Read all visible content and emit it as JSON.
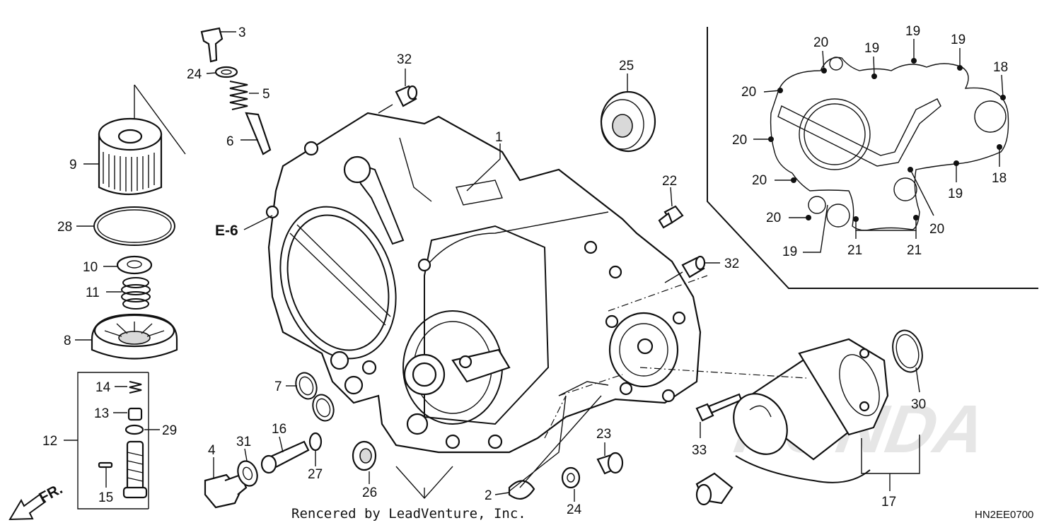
{
  "diagram": {
    "credit": "Rencered by LeadVenture, Inc.",
    "code": "HN2EE0700",
    "ref_label": "E-6",
    "direction_label": "FR.",
    "watermark": "HONDA",
    "callouts": {
      "c1": "1",
      "c2": "2",
      "c3": "3",
      "c4": "4",
      "c5": "5",
      "c6": "6",
      "c7": "7",
      "c8": "8",
      "c9": "9",
      "c10": "10",
      "c11": "11",
      "c12": "12",
      "c13": "13",
      "c14": "14",
      "c15": "15",
      "c16": "16",
      "c17": "17",
      "c18a": "18",
      "c18b": "18",
      "c19a": "19",
      "c19b": "19",
      "c19c": "19",
      "c19d": "19",
      "c19e": "19",
      "c20a": "20",
      "c20b": "20",
      "c20c": "20",
      "c20d": "20",
      "c20e": "20",
      "c20f": "20",
      "c21a": "21",
      "c21b": "21",
      "c22": "22",
      "c23": "23",
      "c24a": "24",
      "c24b": "24",
      "c25": "25",
      "c26": "26",
      "c27": "27",
      "c28": "28",
      "c29": "29",
      "c30": "30",
      "c31": "31",
      "c32a": "32",
      "c32b": "32",
      "c33": "33"
    }
  }
}
